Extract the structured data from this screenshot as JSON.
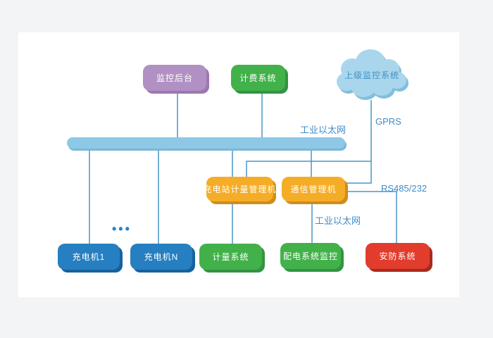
{
  "diagram": {
    "nodes": {
      "monitor-backend": {
        "label": "监控后台",
        "color": "#b190c4"
      },
      "billing-system": {
        "label": "计费系统",
        "color": "#42b14a"
      },
      "upper-monitoring-cloud": {
        "label": "上级监控系统",
        "color": "#a9d6ec"
      },
      "metering-manager": {
        "label": "充电站计量管理机",
        "color": "#f5ad27"
      },
      "comm-manager": {
        "label": "通信管理机",
        "color": "#f5ad27"
      },
      "charger-1": {
        "label": "充电机1",
        "color": "#257fc0"
      },
      "charger-n": {
        "label": "充电机N",
        "color": "#257fc0"
      },
      "metering-system": {
        "label": "计量系统",
        "color": "#42b14a"
      },
      "distribution-monitoring": {
        "label": "配电系统监控",
        "color": "#42b14a"
      },
      "security-system": {
        "label": "安防系统",
        "color": "#e23c2d"
      }
    },
    "labels": {
      "industrial_ethernet_top": "工业以太网",
      "gprs": "GPRS",
      "rs485": "RS485/232",
      "industrial_ethernet_bottom": "工业以太网",
      "ellipsis": "•••"
    },
    "colors": {
      "background": "#f3f4f6",
      "canvas": "#ffffff",
      "connector_line": "#4a95c9",
      "edge_label_text": "#3f8cc8",
      "ethernet_bus": "#8fc8e6",
      "cloud_fill": "#a9d6ec",
      "cloud_text": "#4193c5"
    }
  }
}
